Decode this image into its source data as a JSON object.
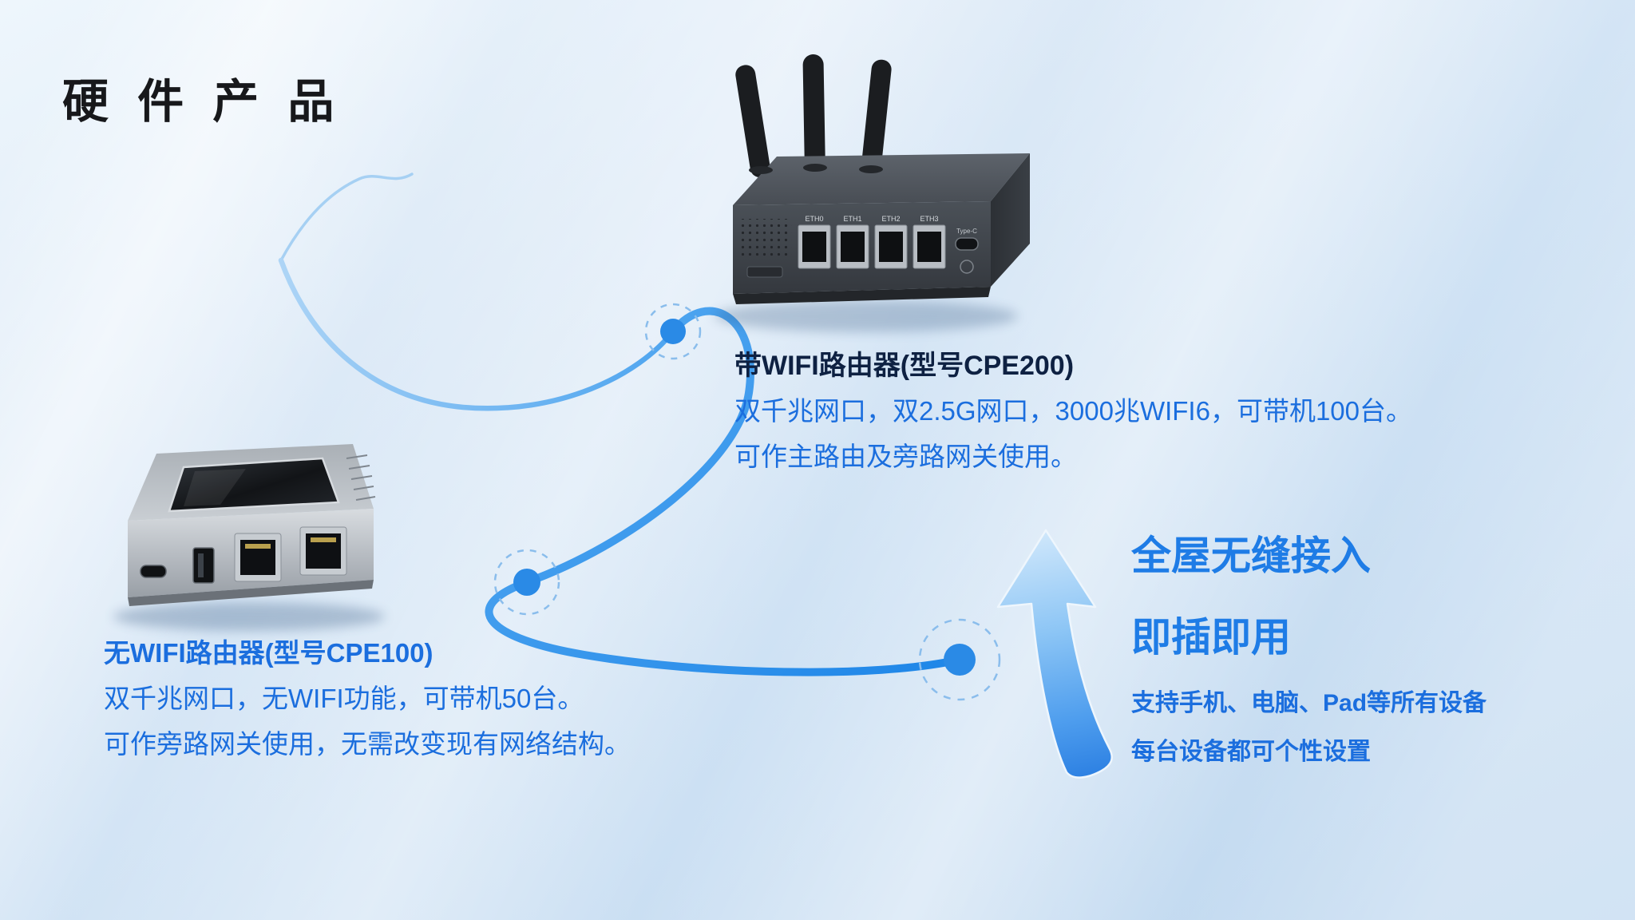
{
  "page": {
    "title": "硬 件 产 品"
  },
  "products": {
    "cpe200": {
      "name": "带WIFI路由器(型号CPE200)",
      "desc_line1": "双千兆网口，双2.5G网口，3000兆WIFI6，可带机100台。",
      "desc_line2": "可作主路由及旁路网关使用。",
      "port_labels": [
        "ETH0",
        "ETH1",
        "ETH2",
        "ETH3"
      ],
      "usb_label": "Type-C"
    },
    "cpe100": {
      "name": "无WIFI路由器(型号CPE100)",
      "desc_line1": "双千兆网口，无WIFI功能，可带机50台。",
      "desc_line2": "可作旁路网关使用，无需改变现有网络结构。"
    }
  },
  "benefits": {
    "headline1": "全屋无缝接入",
    "headline2": "即插即用",
    "sub1": "支持手机、电脑、Pad等所有设备",
    "sub2": "每台设备都可个性设置"
  },
  "colors": {
    "accent_blue": "#1e7ce6",
    "text_blue": "#1b6ede",
    "dark_heading": "#0e2142",
    "line_blue": "#1e86e8",
    "node_blue": "#2a8ae6",
    "background_blue": "#cfe2f4"
  }
}
